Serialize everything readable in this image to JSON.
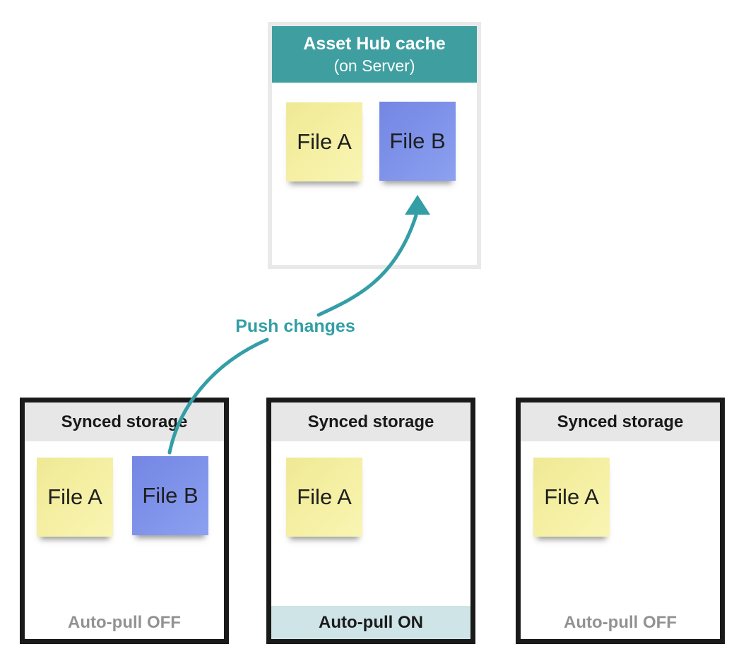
{
  "palette": {
    "teal": "#3F9EA0",
    "arrow-teal": "#339EA6",
    "note-yellow": "#F5F0A4",
    "note-blue": "#8094EA",
    "on-band": "#CEE4E7",
    "band-gray": "#E7E7E7",
    "box-border-dark": "#1A1A1A",
    "box-border-light": "#E9E9E9",
    "muted-text": "#929292"
  },
  "server_box": {
    "title": "Asset Hub cache",
    "subtitle": "(on Server)",
    "files": [
      {
        "label": "File A",
        "color": "yellow"
      },
      {
        "label": "File B",
        "color": "blue"
      }
    ]
  },
  "arrow": {
    "label": "Push changes"
  },
  "storage_boxes": [
    {
      "title": "Synced storage",
      "files": [
        {
          "label": "File A",
          "color": "yellow"
        },
        {
          "label": "File B",
          "color": "blue"
        }
      ],
      "footer": "Auto-pull OFF",
      "auto_pull": "OFF"
    },
    {
      "title": "Synced storage",
      "files": [
        {
          "label": "File A",
          "color": "yellow"
        }
      ],
      "footer": "Auto-pull ON",
      "auto_pull": "ON"
    },
    {
      "title": "Synced storage",
      "files": [
        {
          "label": "File A",
          "color": "yellow"
        }
      ],
      "footer": "Auto-pull OFF",
      "auto_pull": "OFF"
    }
  ]
}
